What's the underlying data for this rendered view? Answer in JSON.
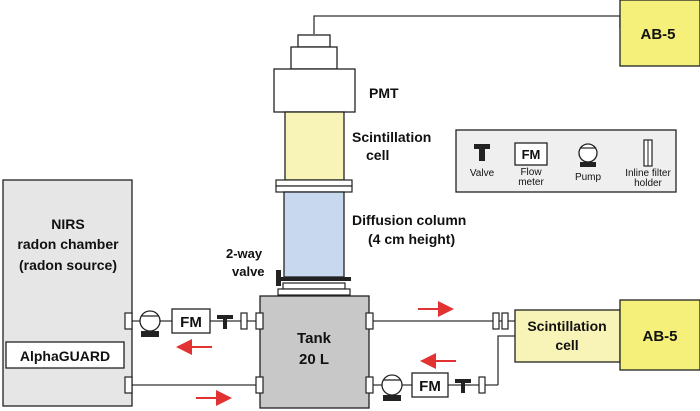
{
  "labels": {
    "ab5_top": "AB-5",
    "ab5_right": "AB-5",
    "pmt": "PMT",
    "scint_cell_line1": "Scintillation",
    "scint_cell_line2": "cell",
    "diffusion_line1": "Diffusion column",
    "diffusion_line2": "(4 cm height)",
    "valve_line1": "2-way",
    "valve_line2": "valve",
    "chamber_line1": "NIRS",
    "chamber_line2": "radon chamber",
    "chamber_line3": "(radon source)",
    "alphaguard": "AlphaGUARD",
    "tank_line1": "Tank",
    "tank_line2": "20 L",
    "fm_left": "FM",
    "fm_right": "FM",
    "right_cell_line1": "Scintillation",
    "right_cell_line2": "cell"
  },
  "legend": {
    "items": [
      {
        "symbol": "T",
        "label_line1": "Valve",
        "label_line2": ""
      },
      {
        "symbol": "FM",
        "label_line1": "Flow",
        "label_line2": "meter"
      },
      {
        "symbol": "",
        "label_line1": "Pump",
        "label_line2": ""
      },
      {
        "symbol": "",
        "label_line1": "Inline filter",
        "label_line2": "holder"
      }
    ]
  },
  "colors": {
    "yellow_box": "#f5f07a",
    "scint_cell": "#f8f4b8",
    "diffusion": "#c8d8ef",
    "chamber": "#e6e6e6",
    "tank": "#c8c8c8",
    "legend_bg": "#efefef",
    "arrow": "#e23232"
  }
}
